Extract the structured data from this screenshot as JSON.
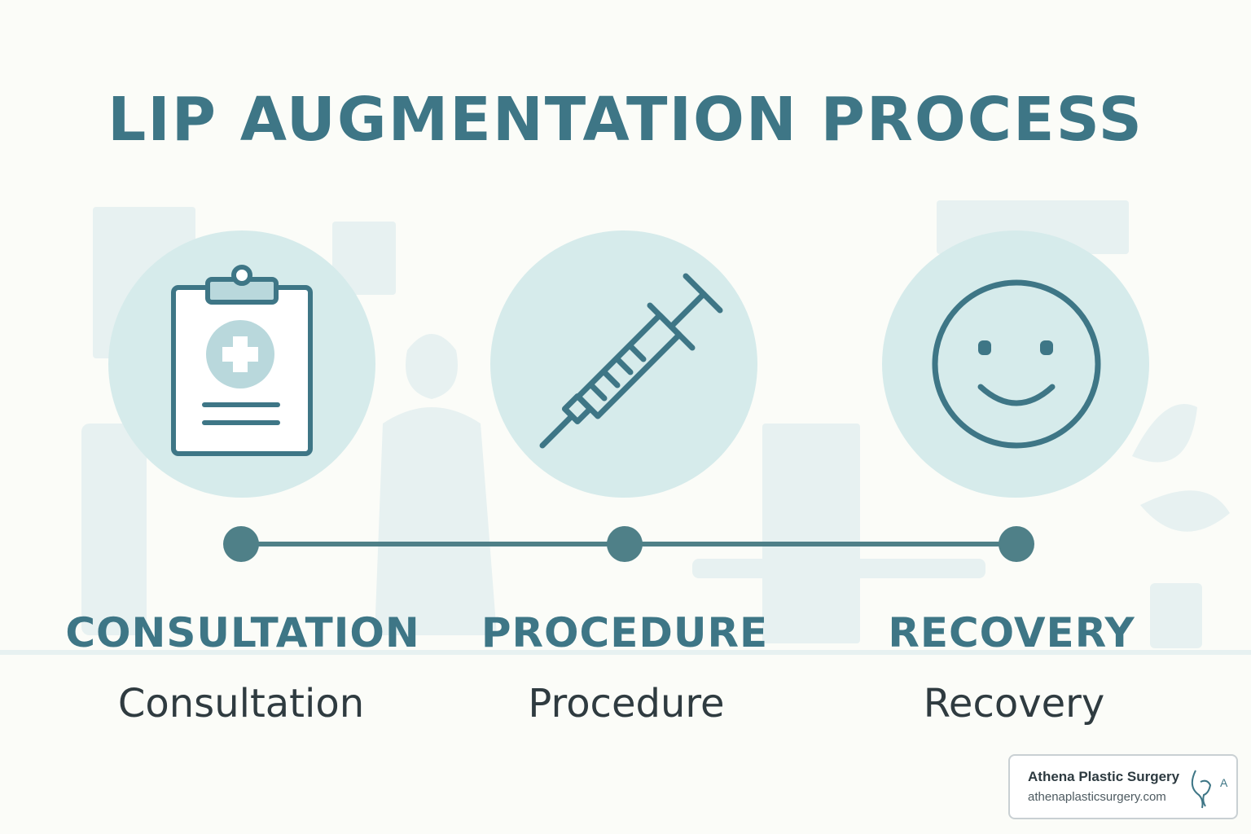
{
  "title": "LIP AUGMENTATION PROCESS",
  "colors": {
    "accent": "#3e7686",
    "node": "#4f8088",
    "circle_fill": "#d6ebeb",
    "subtitle_text": "#2f3b40",
    "background": "#fbfcf8"
  },
  "steps": [
    {
      "label": "CONSULTATION",
      "sublabel": "Consultation",
      "icon": "clipboard-medical-icon"
    },
    {
      "label": "PROCEDURE",
      "sublabel": "Procedure",
      "icon": "syringe-icon"
    },
    {
      "label": "RECOVERY",
      "sublabel": "Recovery",
      "icon": "smiley-face-icon"
    }
  ],
  "brand": {
    "name": "Athena Plastic Surgery",
    "url": "athenaplasticsurgery.com",
    "logo_icon": "athena-face-logo-icon",
    "logo_letters": "A"
  }
}
